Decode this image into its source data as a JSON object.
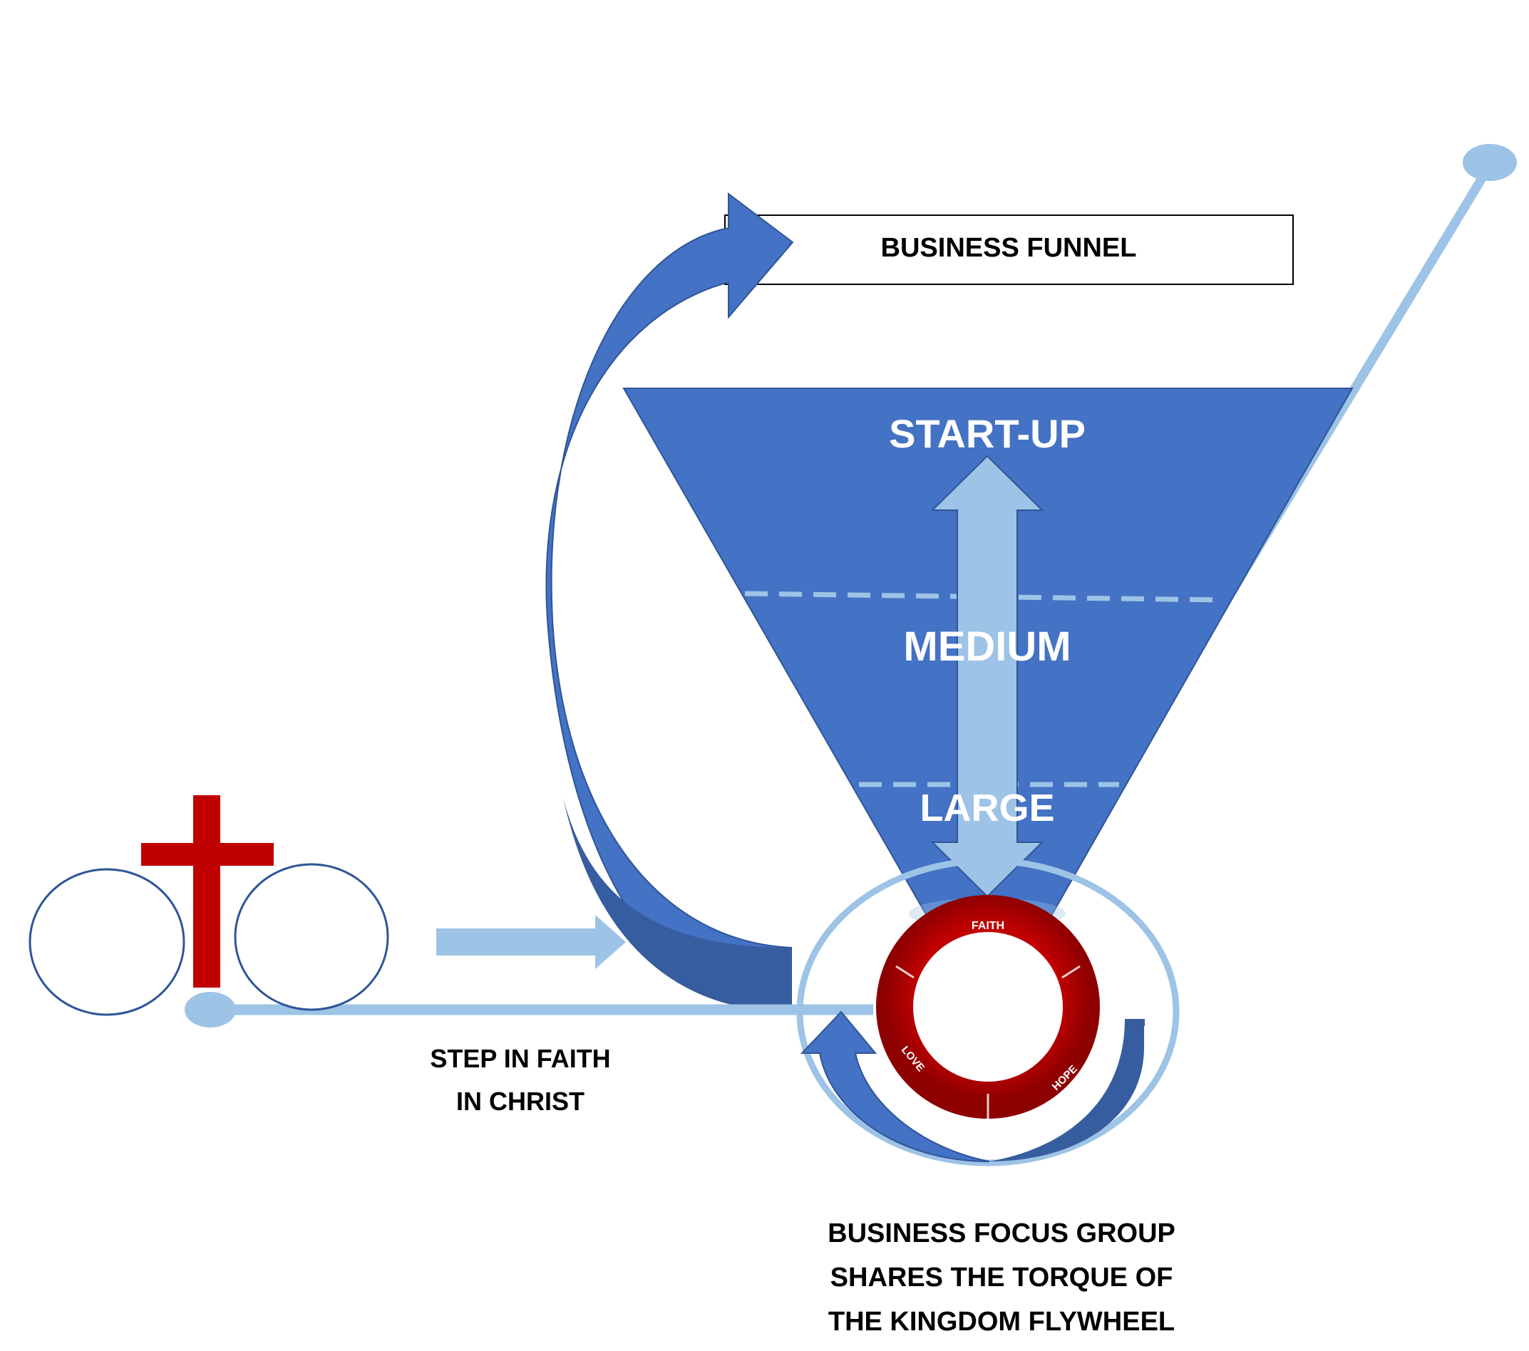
{
  "title_box": {
    "label": "BUSINESS FUNNEL"
  },
  "funnel": {
    "stages": [
      {
        "label": "START-UP"
      },
      {
        "label": "MEDIUM"
      },
      {
        "label": "LARGE"
      }
    ]
  },
  "flywheel": {
    "segments": [
      {
        "label": "FAITH"
      },
      {
        "label": "HOPE"
      },
      {
        "label": "LOVE"
      }
    ]
  },
  "step_caption": {
    "line1": "STEP IN FAITH",
    "line2": "IN CHRIST"
  },
  "focus_caption": {
    "line1": "BUSINESS FOCUS GROUP",
    "line2": "SHARES THE TORQUE OF",
    "line3": "THE KINGDOM FLYWHEEL"
  },
  "colors": {
    "funnel_blue": "#4472C4",
    "dark_blue": "#365D9F",
    "light_blue": "#9DC3E6",
    "cross_red": "#C00000",
    "ring_red": "#C00000",
    "outline_navy": "#2F5597",
    "text_dark": "#000000",
    "text_light": "#FFFFFF"
  },
  "icons": [
    "cross-icon"
  ]
}
